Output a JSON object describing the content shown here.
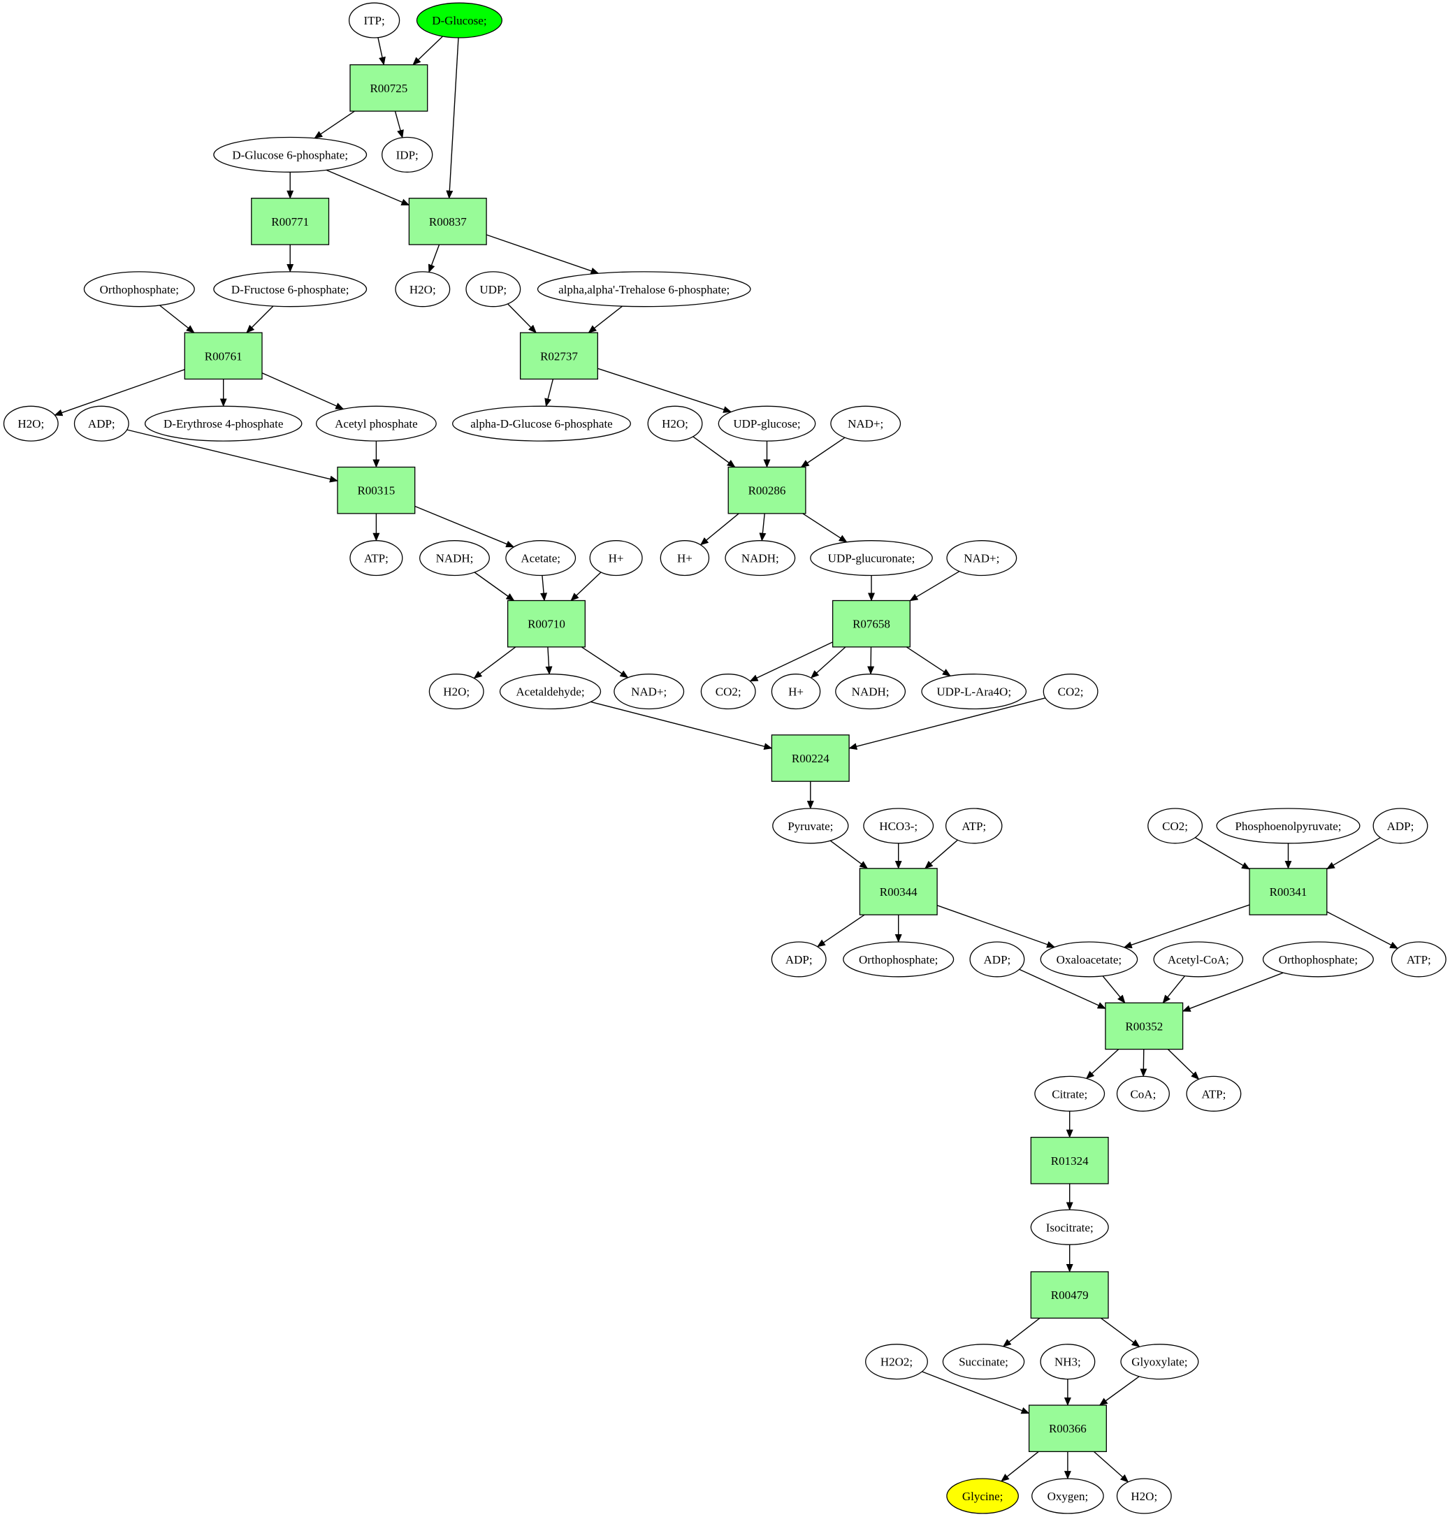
{
  "colors": {
    "reaction_fill": "#98fb98",
    "compound_fill": "#ffffff",
    "start_fill": "#00ff00",
    "target_fill": "#ffff00",
    "stroke": "#000000"
  },
  "reactions": [
    {
      "id": "R00725",
      "label": "R00725"
    },
    {
      "id": "R00771",
      "label": "R00771"
    },
    {
      "id": "R00837",
      "label": "R00837"
    },
    {
      "id": "R00761",
      "label": "R00761"
    },
    {
      "id": "R02737",
      "label": "R02737"
    },
    {
      "id": "R00315",
      "label": "R00315"
    },
    {
      "id": "R00286",
      "label": "R00286"
    },
    {
      "id": "R00710",
      "label": "R00710"
    },
    {
      "id": "R07658",
      "label": "R07658"
    },
    {
      "id": "R00224",
      "label": "R00224"
    },
    {
      "id": "R00344",
      "label": "R00344"
    },
    {
      "id": "R00341",
      "label": "R00341"
    },
    {
      "id": "R00352",
      "label": "R00352"
    },
    {
      "id": "R01324",
      "label": "R01324"
    },
    {
      "id": "R00479",
      "label": "R00479"
    },
    {
      "id": "R00366",
      "label": "R00366"
    }
  ],
  "compounds": [
    {
      "id": "itp",
      "label": "ITP;"
    },
    {
      "id": "dglucose",
      "label": "D-Glucose;",
      "role": "start"
    },
    {
      "id": "g6p",
      "label": "D-Glucose 6-phosphate;"
    },
    {
      "id": "idp",
      "label": "IDP;"
    },
    {
      "id": "ortho1",
      "label": "Orthophosphate;"
    },
    {
      "id": "f6p",
      "label": "D-Fructose 6-phosphate;"
    },
    {
      "id": "h2o_a",
      "label": "H2O;"
    },
    {
      "id": "udp",
      "label": "UDP;"
    },
    {
      "id": "trehalose6p",
      "label": "alpha,alpha'-Trehalose 6-phosphate;"
    },
    {
      "id": "h2o_b",
      "label": "H2O;"
    },
    {
      "id": "adp1",
      "label": "ADP;"
    },
    {
      "id": "e4p",
      "label": "D-Erythrose 4-phosphate"
    },
    {
      "id": "acetylp",
      "label": "Acetyl phosphate"
    },
    {
      "id": "ag6p",
      "label": "alpha-D-Glucose 6-phosphate"
    },
    {
      "id": "h2o_c",
      "label": "H2O;"
    },
    {
      "id": "udpglc",
      "label": "UDP-glucose;"
    },
    {
      "id": "nadp1",
      "label": "NAD+;"
    },
    {
      "id": "atp1",
      "label": "ATP;"
    },
    {
      "id": "nadh1",
      "label": "NADH;"
    },
    {
      "id": "acetate",
      "label": "Acetate;"
    },
    {
      "id": "hplus1",
      "label": "H+"
    },
    {
      "id": "hplus2",
      "label": "H+"
    },
    {
      "id": "nadh2",
      "label": "NADH;"
    },
    {
      "id": "udpglcua",
      "label": "UDP-glucuronate;"
    },
    {
      "id": "nadp2",
      "label": "NAD+;"
    },
    {
      "id": "h2o_d",
      "label": "H2O;"
    },
    {
      "id": "acetaldehyde",
      "label": "Acetaldehyde;"
    },
    {
      "id": "nadp3",
      "label": "NAD+;"
    },
    {
      "id": "co2a",
      "label": "CO2;"
    },
    {
      "id": "hplus3",
      "label": "H+"
    },
    {
      "id": "nadh3",
      "label": "NADH;"
    },
    {
      "id": "udpara4o",
      "label": "UDP-L-Ara4O;"
    },
    {
      "id": "co2b",
      "label": "CO2;"
    },
    {
      "id": "pyruvate",
      "label": "Pyruvate;"
    },
    {
      "id": "hco3",
      "label": "HCO3-;"
    },
    {
      "id": "atp2",
      "label": "ATP;"
    },
    {
      "id": "co2c",
      "label": "CO2;"
    },
    {
      "id": "pep",
      "label": "Phosphoenolpyruvate;"
    },
    {
      "id": "adp2",
      "label": "ADP;"
    },
    {
      "id": "adp3",
      "label": "ADP;"
    },
    {
      "id": "ortho2",
      "label": "Orthophosphate;"
    },
    {
      "id": "adp4",
      "label": "ADP;"
    },
    {
      "id": "oaa",
      "label": "Oxaloacetate;"
    },
    {
      "id": "acetylcoa",
      "label": "Acetyl-CoA;"
    },
    {
      "id": "ortho3",
      "label": "Orthophosphate;"
    },
    {
      "id": "atp3",
      "label": "ATP;"
    },
    {
      "id": "citrate",
      "label": "Citrate;"
    },
    {
      "id": "coa",
      "label": "CoA;"
    },
    {
      "id": "atp4",
      "label": "ATP;"
    },
    {
      "id": "isocitrate",
      "label": "Isocitrate;"
    },
    {
      "id": "h2o2",
      "label": "H2O2;"
    },
    {
      "id": "succinate",
      "label": "Succinate;"
    },
    {
      "id": "nh3",
      "label": "NH3;"
    },
    {
      "id": "glyoxylate",
      "label": "Glyoxylate;"
    },
    {
      "id": "glycine",
      "label": "Glycine;",
      "role": "target"
    },
    {
      "id": "oxygen",
      "label": "Oxygen;"
    },
    {
      "id": "h2o_e",
      "label": "H2O;"
    }
  ],
  "edges": [
    [
      "itp",
      "R00725"
    ],
    [
      "dglucose",
      "R00725"
    ],
    [
      "R00725",
      "g6p"
    ],
    [
      "R00725",
      "idp"
    ],
    [
      "g6p",
      "R00771"
    ],
    [
      "g6p",
      "R00837"
    ],
    [
      "dglucose",
      "R00837"
    ],
    [
      "R00771",
      "f6p"
    ],
    [
      "R00837",
      "h2o_b"
    ],
    [
      "R00837",
      "trehalose6p"
    ],
    [
      "ortho1",
      "R00761"
    ],
    [
      "f6p",
      "R00761"
    ],
    [
      "R00761",
      "h2o_a"
    ],
    [
      "R00761",
      "e4p"
    ],
    [
      "R00761",
      "acetylp"
    ],
    [
      "udp",
      "R02737"
    ],
    [
      "trehalose6p",
      "R02737"
    ],
    [
      "R02737",
      "ag6p"
    ],
    [
      "R02737",
      "udpglc"
    ],
    [
      "adp1",
      "R00315"
    ],
    [
      "acetylp",
      "R00315"
    ],
    [
      "R00315",
      "atp1"
    ],
    [
      "R00315",
      "acetate"
    ],
    [
      "h2o_c",
      "R00286"
    ],
    [
      "udpglc",
      "R00286"
    ],
    [
      "nadp1",
      "R00286"
    ],
    [
      "R00286",
      "hplus2"
    ],
    [
      "R00286",
      "nadh2"
    ],
    [
      "R00286",
      "udpglcua"
    ],
    [
      "nadh1",
      "R00710"
    ],
    [
      "acetate",
      "R00710"
    ],
    [
      "hplus1",
      "R00710"
    ],
    [
      "R00710",
      "h2o_d"
    ],
    [
      "R00710",
      "acetaldehyde"
    ],
    [
      "R00710",
      "nadp3"
    ],
    [
      "udpglcua",
      "R07658"
    ],
    [
      "nadp2",
      "R07658"
    ],
    [
      "R07658",
      "co2a"
    ],
    [
      "R07658",
      "hplus3"
    ],
    [
      "R07658",
      "nadh3"
    ],
    [
      "R07658",
      "udpara4o"
    ],
    [
      "acetaldehyde",
      "R00224"
    ],
    [
      "co2b",
      "R00224"
    ],
    [
      "R00224",
      "pyruvate"
    ],
    [
      "pyruvate",
      "R00344"
    ],
    [
      "hco3",
      "R00344"
    ],
    [
      "atp2",
      "R00344"
    ],
    [
      "R00344",
      "adp3"
    ],
    [
      "R00344",
      "ortho2"
    ],
    [
      "R00344",
      "oaa"
    ],
    [
      "co2c",
      "R00341"
    ],
    [
      "pep",
      "R00341"
    ],
    [
      "adp2",
      "R00341"
    ],
    [
      "R00341",
      "oaa"
    ],
    [
      "R00341",
      "atp3"
    ],
    [
      "adp4",
      "R00352"
    ],
    [
      "oaa",
      "R00352"
    ],
    [
      "acetylcoa",
      "R00352"
    ],
    [
      "ortho3",
      "R00352"
    ],
    [
      "R00352",
      "citrate"
    ],
    [
      "R00352",
      "coa"
    ],
    [
      "R00352",
      "atp4"
    ],
    [
      "citrate",
      "R01324"
    ],
    [
      "R01324",
      "isocitrate"
    ],
    [
      "isocitrate",
      "R00479"
    ],
    [
      "R00479",
      "succinate"
    ],
    [
      "R00479",
      "glyoxylate"
    ],
    [
      "h2o2",
      "R00366"
    ],
    [
      "nh3",
      "R00366"
    ],
    [
      "glyoxylate",
      "R00366"
    ],
    [
      "R00366",
      "glycine"
    ],
    [
      "R00366",
      "oxygen"
    ],
    [
      "R00366",
      "h2o_e"
    ]
  ]
}
